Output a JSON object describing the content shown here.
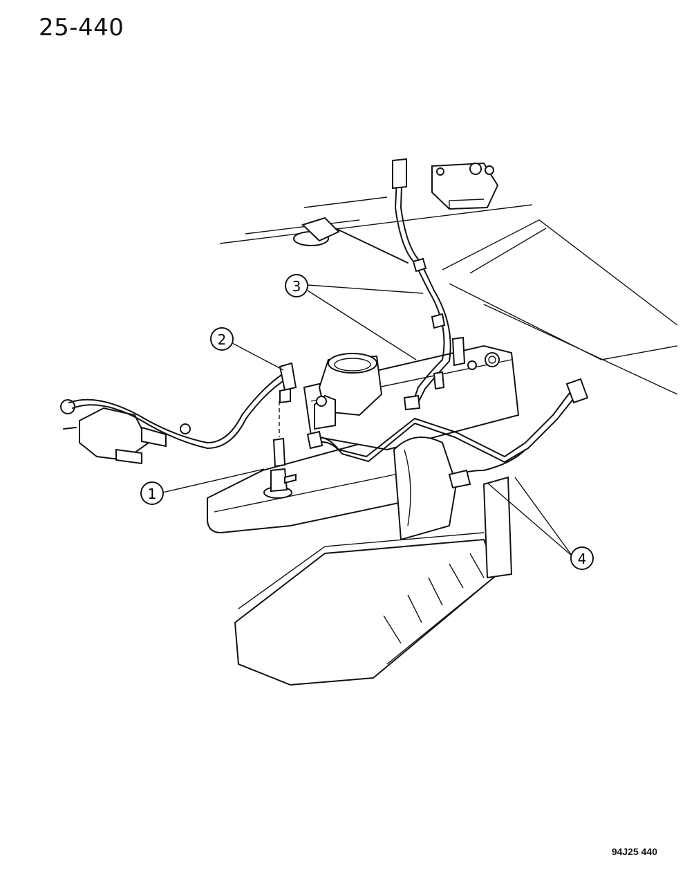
{
  "page_number": "25-440",
  "figure_code": "94J25  440",
  "callouts": [
    {
      "label": "1"
    },
    {
      "label": "2"
    },
    {
      "label": "3"
    },
    {
      "label": "4"
    }
  ]
}
